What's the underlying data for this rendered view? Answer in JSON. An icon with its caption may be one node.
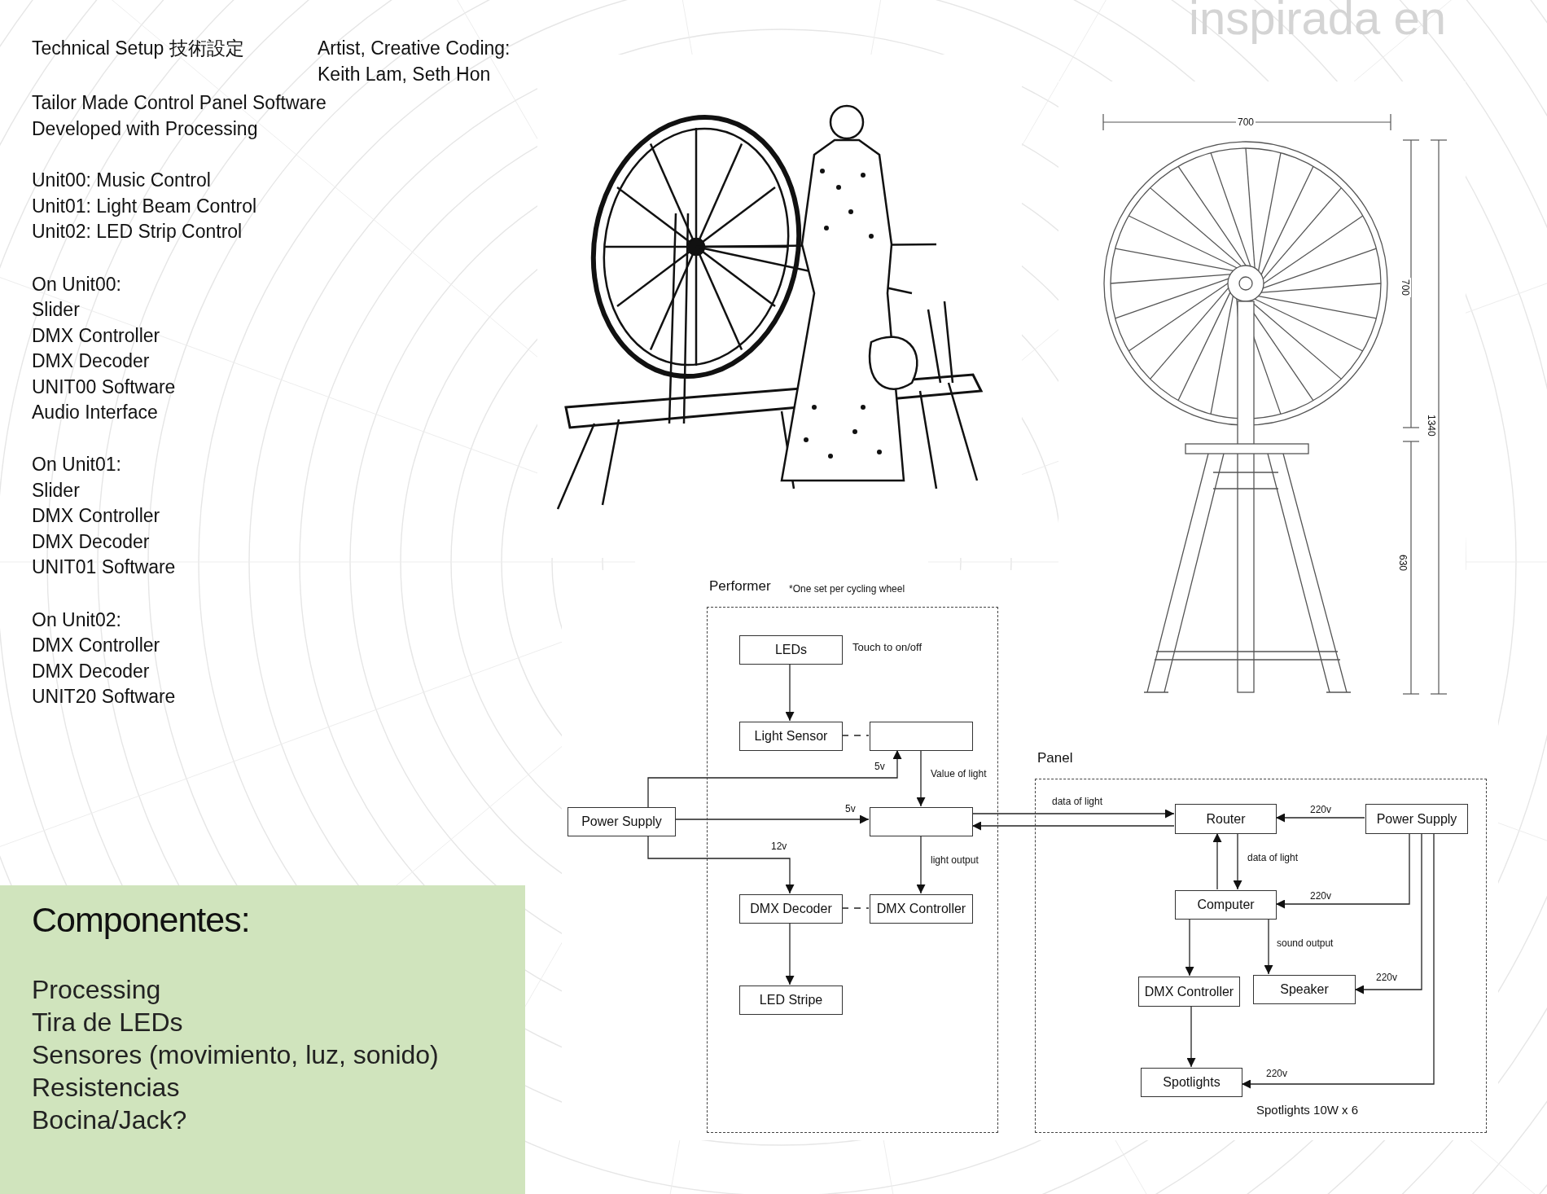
{
  "diagram": {
    "title": "Technical Setup 技術設定",
    "nodes": [
      {
        "text": [
          "Performer"
        ],
        "beside": [
          "*One set per cycling wheel"
        ]
      },
      {
        "text": [
          "LEDs"
        ],
        "in": 0,
        "beside": [
          "Touch to on/off"
        ]
      },
      {
        "text": [
          "Light Sensor"
        ],
        "in": 0
      },
      {
        "text": [],
        "shape": "box",
        "in": 0
      },
      {
        "text": [
          "Power Supply"
        ]
      },
      {
        "text": [],
        "shape": "box",
        "in": 0
      },
      {
        "text": [
          "DMX Decoder"
        ],
        "in": 0
      },
      {
        "text": [
          "DMX Controller"
        ],
        "in": 0
      },
      {
        "text": [
          "LED Stripe"
        ],
        "in": 0
      },
      {
        "text": [
          "Panel"
        ]
      },
      {
        "text": [
          "Router"
        ],
        "in": 9
      },
      {
        "text": [
          "Power Supply"
        ],
        "in": 9
      },
      {
        "text": [
          "Computer"
        ],
        "in": 9
      },
      {
        "text": [
          "DMX Controller"
        ],
        "in": 9
      },
      {
        "text": [
          "Speaker"
        ],
        "in": 9
      },
      {
        "text": [
          "Spotlights"
        ],
        "in": 9
      },
      {
        "text": [
          "Componentes:",
          "Processing",
          "Tira de LEDs",
          "Sensores (movimiento, luz, sonido)",
          "Resistencias",
          "Bocina/Jack?"
        ]
      }
    ],
    "edges": [
      {
        "from": 1,
        "to": 2,
        "arrow": "to"
      },
      {
        "from": 2,
        "to": 3,
        "arrow": "none",
        "style": "dashed"
      },
      {
        "from": 4,
        "to": 3,
        "arrow": "to",
        "label": "5v"
      },
      {
        "from": 4,
        "to": 5,
        "arrow": "to",
        "label": "5v"
      },
      {
        "from": 4,
        "to": 6,
        "arrow": "to",
        "label": "12v"
      },
      {
        "from": 3,
        "to": 5,
        "arrow": "to",
        "label": "Value of light"
      },
      {
        "from": 5,
        "to": 7,
        "arrow": "to",
        "label": "light output"
      },
      {
        "from": 6,
        "to": 7,
        "arrow": "none",
        "style": "dashed"
      },
      {
        "from": 6,
        "to": 8,
        "arrow": "to"
      },
      {
        "from": 5,
        "to": 10,
        "arrow": "to",
        "label": "data of light"
      },
      {
        "from": 10,
        "to": 5,
        "arrow": "to"
      },
      {
        "from": 11,
        "to": 10,
        "arrow": "to",
        "label": "220v"
      },
      {
        "from": 12,
        "to": 10,
        "arrow": "to"
      },
      {
        "from": 10,
        "to": 12,
        "arrow": "to",
        "label": "data of light"
      },
      {
        "from": 11,
        "to": 12,
        "arrow": "to",
        "label": "220v"
      },
      {
        "from": 12,
        "to": 13,
        "arrow": "to"
      },
      {
        "from": 12,
        "to": 14,
        "arrow": "to",
        "label": "sound output"
      },
      {
        "from": 11,
        "to": 14,
        "arrow": "to",
        "label": "220v"
      },
      {
        "from": 13,
        "to": 15,
        "arrow": "to"
      },
      {
        "from": 11,
        "to": 15,
        "arrow": "to",
        "label": "220v"
      }
    ],
    "labels": [
      "Artist, Creative Coding: Keith Lam, Seth Hon",
      "Tailor Made Control Panel Software Developed with Processing",
      "Unit00: Music Control",
      "Unit01: Light Beam Control",
      "Unit02: LED Strip Control",
      "On Unit00:",
      "Slider",
      "DMX Controller",
      "DMX Decoder",
      "UNIT00 Software",
      "Audio Interface",
      "On Unit01:",
      "Slider",
      "DMX Controller",
      "DMX Decoder",
      "UNIT01 Software",
      "On Unit02:",
      "DMX Controller",
      "DMX Decoder",
      "UNIT20 Software",
      "inspirada en",
      "700",
      "700",
      "1340",
      "630",
      "Spotlights 10W x 6"
    ]
  }
}
